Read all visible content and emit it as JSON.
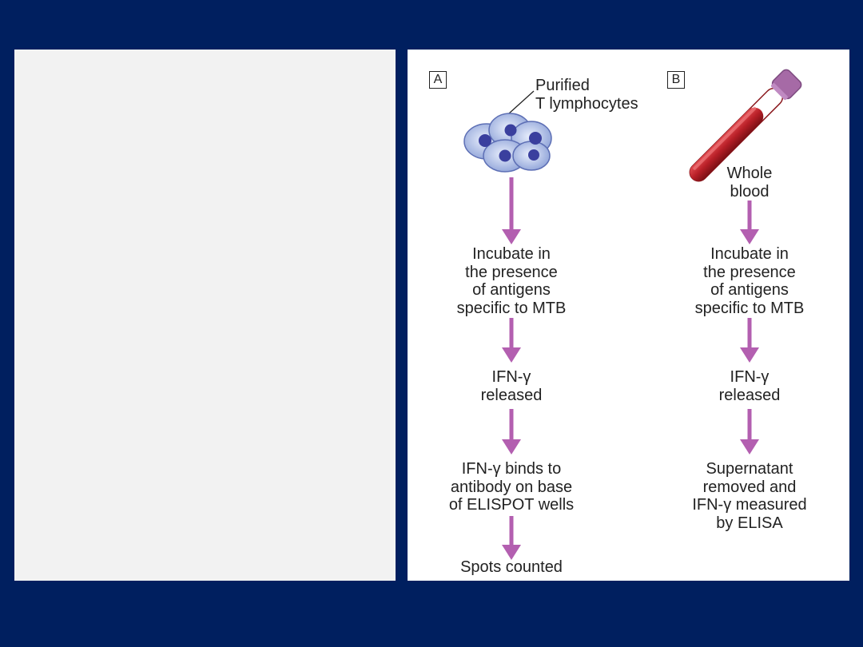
{
  "panel_a": {
    "label": "A",
    "callout": "Purified\nT lymphocytes",
    "steps": [
      "Incubate in\nthe presence\nof antigens\nspecific to MTB",
      "IFN-γ\nreleased",
      "IFN-γ binds to\nantibody on base\nof ELISPOT wells",
      "Spots counted"
    ]
  },
  "panel_b": {
    "label": "B",
    "callout": "Whole\nblood",
    "steps": [
      "Incubate in\nthe presence\nof antigens\nspecific to MTB",
      "IFN-γ\nreleased",
      "Supernatant\nremoved and\nIFN-γ measured\nby ELISA"
    ]
  },
  "colors": {
    "background": "#001f5f",
    "arrow": "#b35fb0",
    "cell_fill": "#c9d4f0",
    "cell_nucleus": "#3a3f9e",
    "blood": "#c0262d",
    "tube_cap": "#a66aa6"
  },
  "icons": [
    "lymphocyte-cluster-icon",
    "blood-tube-icon"
  ]
}
